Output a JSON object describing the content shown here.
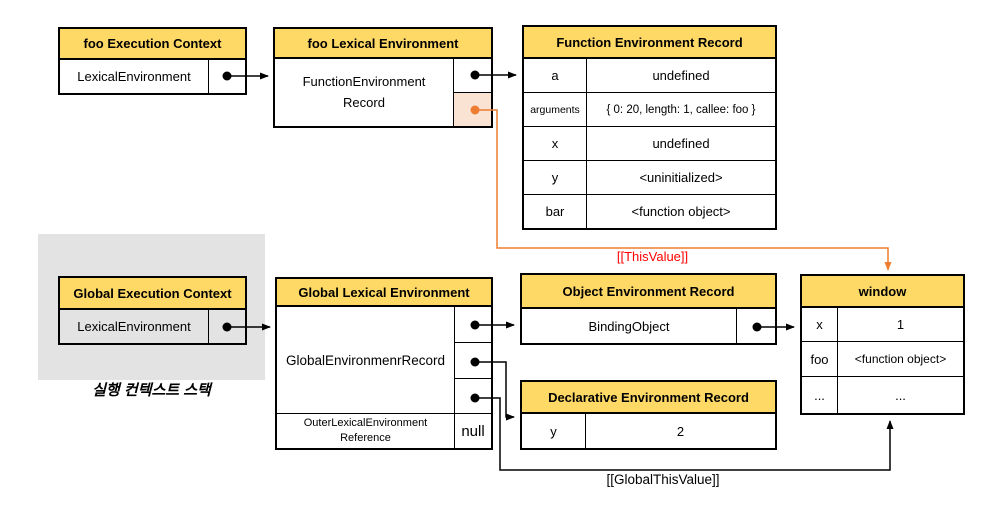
{
  "boxes": {
    "foo_execution_context": {
      "title": "foo Execution Context",
      "row_label": "LexicalEnvironment"
    },
    "foo_lexical_environment": {
      "title": "foo Lexical Environment",
      "record_line1": "FunctionEnvironment",
      "record_line2": "Record"
    },
    "function_environment_record": {
      "title": "Function Environment Record",
      "rows": [
        {
          "key": "a",
          "value": "undefined"
        },
        {
          "key": "arguments",
          "value": "{ 0: 20, length: 1, callee: foo }"
        },
        {
          "key": "x",
          "value": "undefined"
        },
        {
          "key": "y",
          "value": "<uninitialized>"
        },
        {
          "key": "bar",
          "value": "<function object>"
        }
      ]
    },
    "global_execution_context": {
      "title": "Global Execution Context",
      "row_label": "LexicalEnvironment"
    },
    "global_lexical_environment": {
      "title": "Global Lexical Environment",
      "record_label": "GlobalEnvironmenrRecord",
      "outer_ref_line1": "OuterLexicalEnvironment",
      "outer_ref_line2": "Reference",
      "outer_ref_value": "null"
    },
    "object_environment_record": {
      "title": "Object Environment Record",
      "row_label": "BindingObject"
    },
    "declarative_environment_record": {
      "title": "Declarative Environment Record",
      "rows": [
        {
          "key": "y",
          "value": "2"
        }
      ]
    },
    "window_object": {
      "title": "window",
      "rows": [
        {
          "key": "x",
          "value": "1"
        },
        {
          "key": "foo",
          "value": "<function object>"
        },
        {
          "key": "...",
          "value": "..."
        }
      ]
    }
  },
  "labels": {
    "this_value": "[[ThisValue]]",
    "global_this_value": "[[GlobalThisValue]]",
    "stack_caption": "실행 컨텍스트 스택"
  },
  "colors": {
    "header_fill": "#FFD966",
    "this_binding_cell_fill": "#FBE3D4",
    "orange_pointer": "#ED7D31",
    "this_value_text": "#FF0000",
    "stack_region_fill": "#E3E3E3",
    "border": "#000000"
  }
}
